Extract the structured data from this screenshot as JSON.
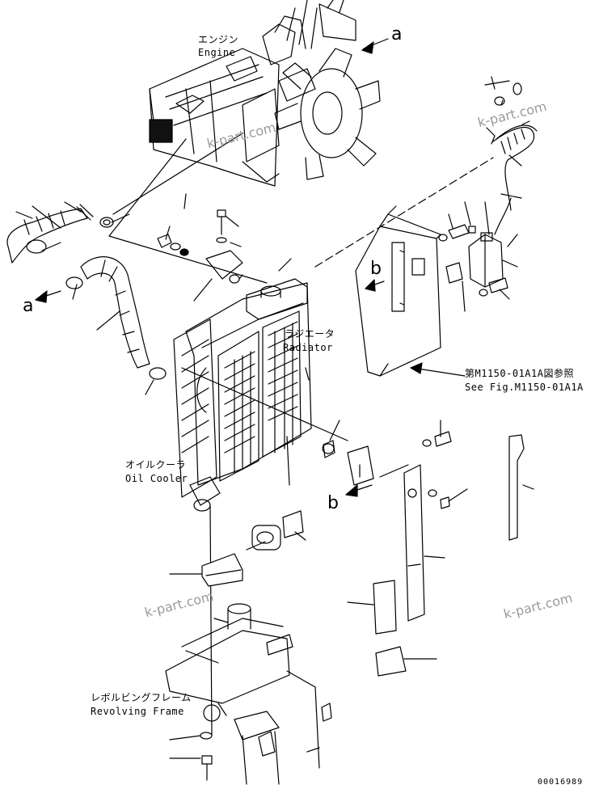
{
  "labels": {
    "engine_jp": "エンジン",
    "engine_en": "Engine",
    "radiator_jp": "ラジエータ",
    "radiator_en": "Radiator",
    "see_fig_jp": "第M1150-01A1A図参照",
    "see_fig_en": "See Fig.M1150-01A1A",
    "oil_cooler_jp": "オイルクーラ",
    "oil_cooler_en": "Oil Cooler",
    "revolving_frame_jp": "レボルビングフレーム",
    "revolving_frame_en": "Revolving Frame"
  },
  "refs": {
    "a_top": "a",
    "a_left": "a",
    "b_right": "b",
    "b_lower": "b"
  },
  "watermarks": {
    "wm1": "k-part.com",
    "wm2": "k-part.com",
    "wm3": "k-part.com",
    "wm4": "k-part.com"
  },
  "document_number": "00016989"
}
